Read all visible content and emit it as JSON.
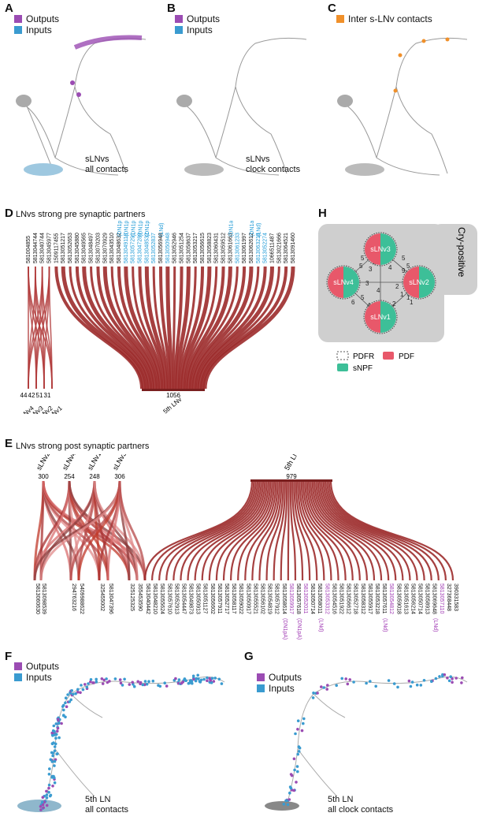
{
  "colors": {
    "outputs": "#9b4cb3",
    "inputs": "#3a9bd0",
    "inter": "#f0902a",
    "pdf": "#e8586a",
    "snpf": "#3dbf98",
    "ribbon": "#9c2b2b",
    "hilite_blue": "#1f9ad6",
    "hilite_purple": "#a03ab4"
  },
  "panels": {
    "A": {
      "letter": "A",
      "legend": [
        {
          "label": "Outputs",
          "color": "outputs"
        },
        {
          "label": "Inputs",
          "color": "inputs"
        }
      ],
      "caption1": "sLNvs",
      "caption2": "all contacts"
    },
    "B": {
      "letter": "B",
      "legend": [
        {
          "label": "Outputs",
          "color": "outputs"
        },
        {
          "label": "Inputs",
          "color": "inputs"
        }
      ],
      "caption1": "sLNvs",
      "caption2": "clock contacts"
    },
    "C": {
      "letter": "C",
      "legend": [
        {
          "label": "Inter s-LNv contacts",
          "color": "inter"
        }
      ]
    },
    "D": {
      "letter": "D",
      "title": "LNvs strong pre synaptic partners"
    },
    "E": {
      "letter": "E",
      "title": "LNvs strong post synaptic partners"
    },
    "F": {
      "letter": "F",
      "legend": [
        {
          "label": "Outputs",
          "color": "outputs"
        },
        {
          "label": "Inputs",
          "color": "inputs"
        }
      ],
      "caption1": "5th LN",
      "caption2": "all contacts"
    },
    "G": {
      "letter": "G",
      "legend": [
        {
          "label": "Outputs",
          "color": "outputs"
        },
        {
          "label": "Inputs",
          "color": "inputs"
        }
      ],
      "caption1": "5th LN",
      "caption2": "all clock contacts"
    },
    "H": {
      "letter": "H"
    }
  },
  "panel_d": {
    "top_ids": [
      "581004855",
      "5813044744",
      "5813040744",
      "5813045977",
      "1509117455",
      "5813051217",
      "5813052653",
      "5813045880",
      "5813049565",
      "5813048497",
      "5813070203",
      "5813070929",
      "5813043510",
      "5813048632",
      "5813049118",
      "5813057291",
      "5813047289",
      "5813048532",
      "5813052837",
      "5813056948",
      "5813050948",
      "5813052946",
      "5813051254",
      "5813058637",
      "5813053217",
      "5813056615",
      "5813058823",
      "5813060431",
      "5813059512",
      "5813061663",
      "5813061233",
      "5813061997",
      "5813062612",
      "5813063218",
      "5813052274",
      "1066511487",
      "5813021666",
      "5813064521",
      "5813091460"
    ],
    "blue_annot": [
      "(DN1pA)",
      "(DN1pA)",
      "(DN1pA)",
      "(DN1pA)",
      "(DN1pA)",
      "(LNd)",
      "(DN1a)",
      "(DN1a)",
      "(LNd)"
    ],
    "bottom": [
      {
        "name": "sLNv4",
        "value": "44"
      },
      {
        "name": "sLNv3",
        "value": "42"
      },
      {
        "name": "sLNv2",
        "value": "51"
      },
      {
        "name": "sLNv1",
        "value": "31"
      },
      {
        "name": "5th LNv",
        "value": "1056"
      }
    ]
  },
  "panel_e": {
    "top": [
      {
        "name": "sLNv2",
        "value": "300"
      },
      {
        "name": "sLNv4",
        "value": "254"
      },
      {
        "name": "sLNv1",
        "value": "248"
      },
      {
        "name": "sLNv3",
        "value": "306"
      },
      {
        "name": "5th LNv",
        "value": "979"
      }
    ],
    "bottom_ids": [
      "5813060630",
      "5813098539",
      "294763216",
      "5409988622",
      "325455002",
      "5813047396",
      "325125325",
      "355453590",
      "5813040442",
      "5813048210",
      "5813055624",
      "5813057610",
      "5813052913",
      "5813054447",
      "5813049873",
      "5813050913",
      "5813051127",
      "5813056602",
      "5813057911",
      "5813052717",
      "5813058117",
      "5813059022",
      "5813050917",
      "5813055521",
      "5813056102",
      "5813054819",
      "5813057912",
      "5813058614",
      "5813059917",
      "5813057618",
      "5813052011",
      "5813050714",
      "5813058011",
      "5813053312",
      "5813054516",
      "5813051922",
      "5813056612",
      "5813052718",
      "5813058312",
      "5813055917",
      "5813053218",
      "5813057611",
      "5813054812",
      "5813059018",
      "5813051613",
      "5813056214",
      "5813050714",
      "5813058913",
      "5813069648",
      "5813057110",
      "327368448",
      "390331583"
    ],
    "purple_annot": [
      "(DN1pA)",
      "(DN1pA)",
      "(LNd)",
      "(LNd)",
      "(LNd)"
    ]
  },
  "panel_h": {
    "side_label": "Cry-positive",
    "nodes": [
      "sLNv3",
      "sLNv4",
      "sLNv2",
      "sLNv1"
    ],
    "edge_labels": [
      "5",
      "5",
      "3",
      "4",
      "4",
      "9",
      "3",
      "4",
      "2",
      "5",
      "6",
      "4",
      "5",
      "5",
      "1",
      "1",
      "2",
      "1"
    ],
    "legend": [
      {
        "label": "PDFR",
        "kind": "dashed"
      },
      {
        "label": "PDF",
        "color": "pdf"
      },
      {
        "label": "sNPF",
        "color": "snpf"
      }
    ]
  }
}
